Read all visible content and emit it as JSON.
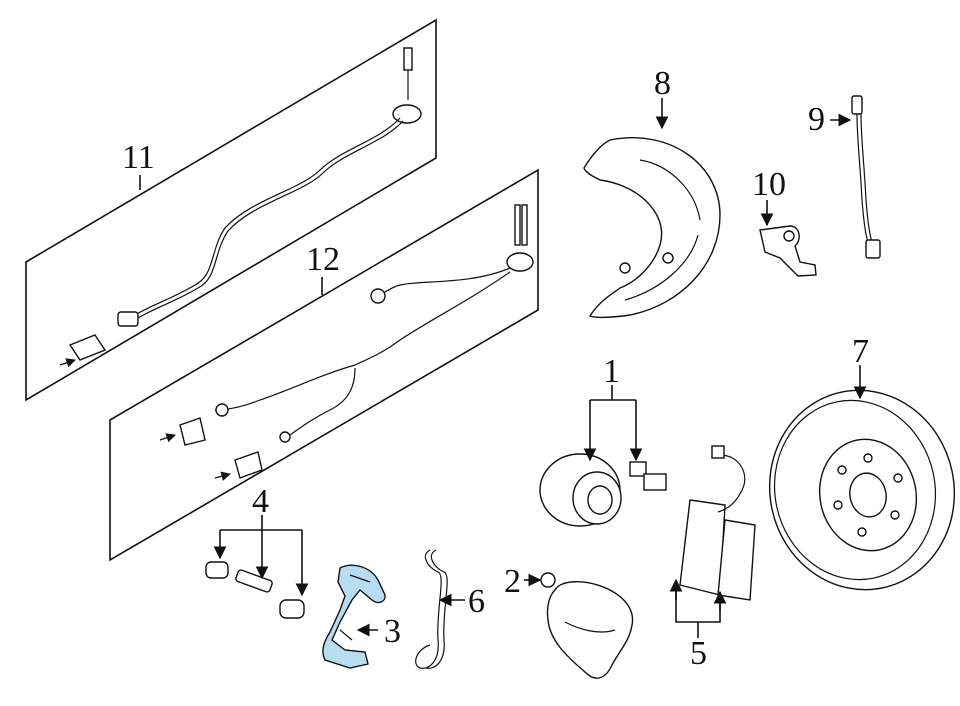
{
  "callouts": {
    "c1": "1",
    "c2": "2",
    "c3": "3",
    "c4": "4",
    "c5": "5",
    "c6": "6",
    "c7": "7",
    "c8": "8",
    "c9": "9",
    "c10": "10",
    "c11": "11",
    "c12": "12"
  },
  "highlight_color": "#b8ddf2",
  "highlighted_part": "3"
}
